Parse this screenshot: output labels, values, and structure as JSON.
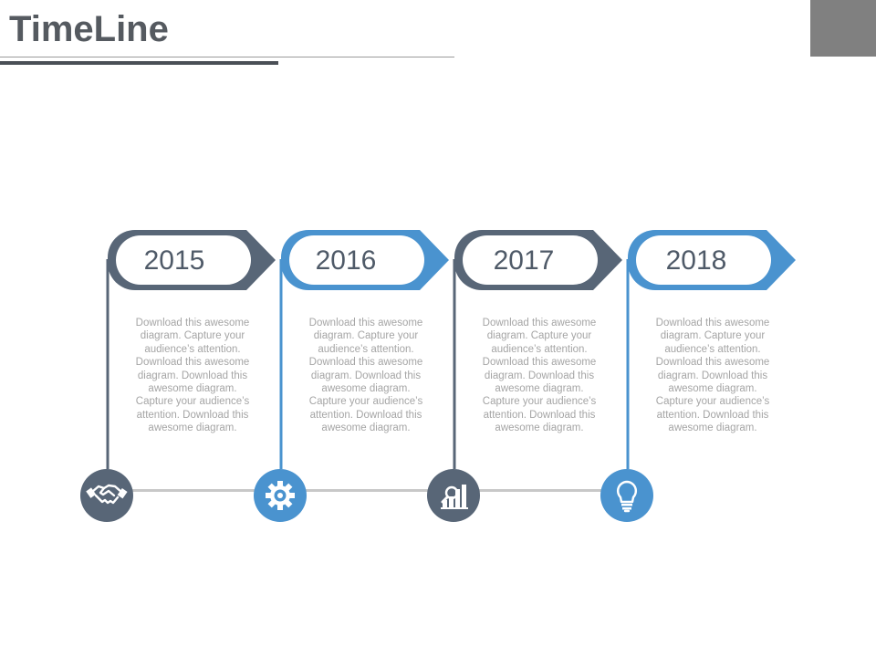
{
  "header": {
    "title": "TimeLine"
  },
  "colors": {
    "dark": "#586677",
    "blue": "#4a93cf",
    "connector": "#c8c8c8",
    "text": "#a5a5a5"
  },
  "milestones": [
    {
      "year": "2015",
      "description": "Download this awesome diagram. Capture your audience’s attention. Download this awesome diagram. Download this awesome diagram. Capture your audience’s attention. Download this awesome diagram.",
      "icon": "handshake-icon",
      "color": "#586677"
    },
    {
      "year": "2016",
      "description": "Download this awesome diagram. Capture your audience’s attention. Download this awesome diagram. Download this awesome diagram. Capture your audience’s attention. Download this awesome diagram.",
      "icon": "gear-icon",
      "color": "#4a93cf"
    },
    {
      "year": "2017",
      "description": "Download this awesome diagram. Capture your audience’s attention. Download this awesome diagram. Download this awesome diagram. Capture your audience’s attention. Download this awesome diagram.",
      "icon": "chart-magnifier-icon",
      "color": "#586677"
    },
    {
      "year": "2018",
      "description": "Download this awesome diagram. Capture your audience’s attention. Download this awesome diagram. Download this awesome diagram. Capture your audience’s attention. Download this awesome diagram.",
      "icon": "lightbulb-icon",
      "color": "#4a93cf"
    }
  ]
}
